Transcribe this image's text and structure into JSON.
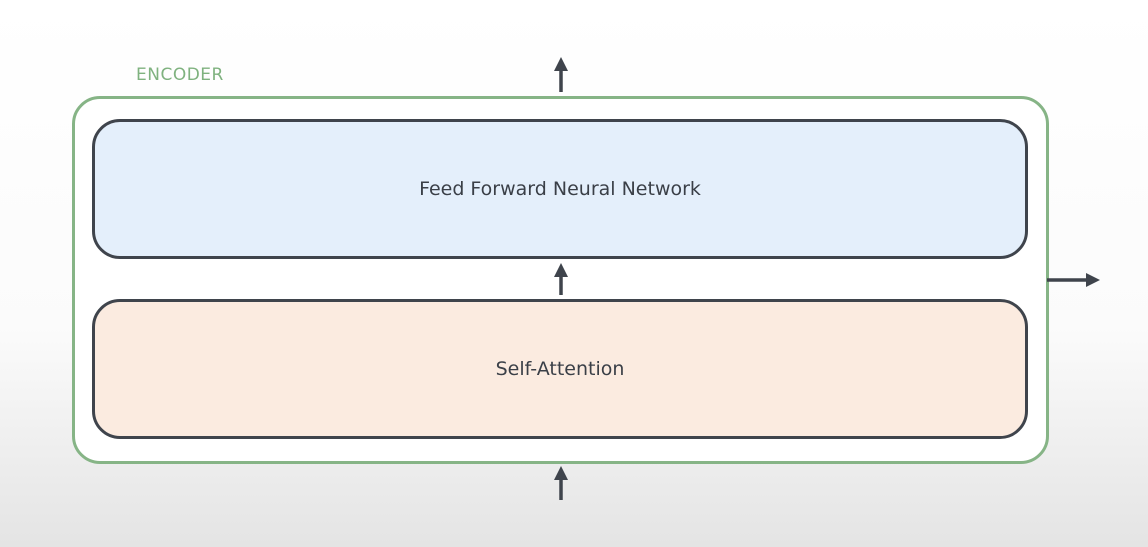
{
  "encoder": {
    "label": "ENCODER"
  },
  "layers": {
    "feed_forward": "Feed Forward Neural Network",
    "self_attention": "Self-Attention"
  },
  "colors": {
    "encoder_border": "#86b486",
    "layer_border": "#3f444c",
    "feed_forward_fill": "#e4effb",
    "self_attention_fill": "#fbebe0",
    "arrow": "#3f444c"
  }
}
